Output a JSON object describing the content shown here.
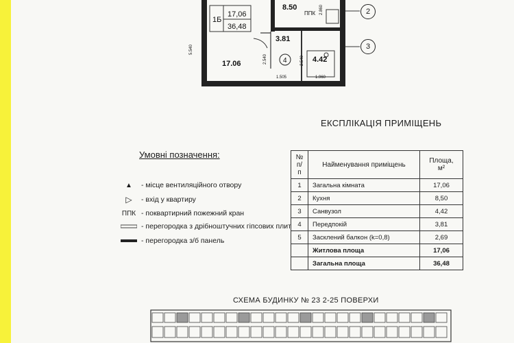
{
  "plan": {
    "apt_type": "1Б",
    "living_area": "17,06",
    "total_area": "36,48",
    "room1_area": "17.06",
    "kitchen_area": "8.50",
    "hall_area": "3.81",
    "bath_area": "4.42",
    "ppk_label": "ППК",
    "hall_number": "4",
    "dim_5540": "5.540",
    "dim_2540": "2.540",
    "dim_2540b": "2.540",
    "dim_1505": "1.505",
    "dim_1960": "1.960",
    "dim_2860": "2.860"
  },
  "callouts": [
    "2",
    "3"
  ],
  "legend": {
    "title": "Умовні позначення:",
    "items": [
      {
        "symbol": "▲",
        "text": "- місце вентиляційного отвору"
      },
      {
        "symbol": "▷",
        "text": "- вхід у квартиру"
      },
      {
        "symbol": "ППК",
        "text": "- поквартирний пожежний кран"
      },
      {
        "symbol": "",
        "text": "- перегородка з дрібноштучних гіпсових плит"
      },
      {
        "symbol": "",
        "text": "- перегородка з/б панель"
      }
    ]
  },
  "explication": {
    "title": "ЕКСПЛІКАЦІЯ ПРИМІЩЕНЬ",
    "headers": {
      "no": "№\nп/п",
      "name": "Найменування приміщень",
      "area": "Площа,\nм²"
    },
    "rows": [
      {
        "no": "1",
        "name": "Загальна кімната",
        "area": "17,06"
      },
      {
        "no": "2",
        "name": "Кухня",
        "area": "8,50"
      },
      {
        "no": "3",
        "name": "Санвузол",
        "area": "4,42"
      },
      {
        "no": "4",
        "name": "Передпокій",
        "area": "3,81"
      },
      {
        "no": "5",
        "name": "Засклений балкон (k=0,8)",
        "area": "2,69"
      }
    ],
    "totals": [
      {
        "name": "Житлова площа",
        "area": "17,06"
      },
      {
        "name": "Загальна площа",
        "area": "36,48"
      }
    ]
  },
  "scheme": {
    "title": "СХЕМА БУДИНКУ № 23  2-25 ПОВЕРХИ"
  }
}
